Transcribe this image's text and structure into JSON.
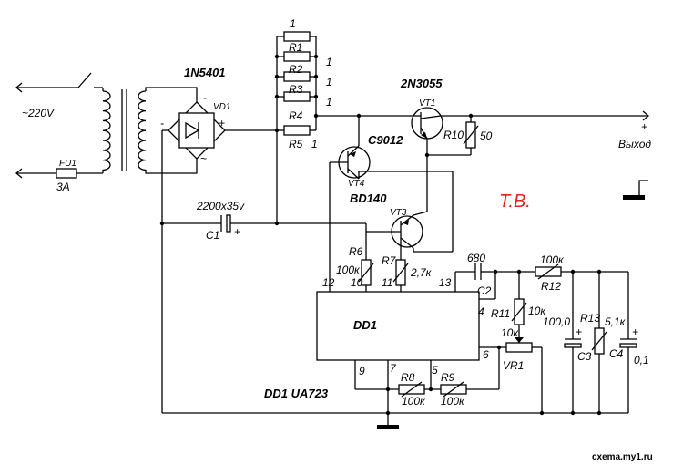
{
  "labels": {
    "ac_input": "~220V",
    "fuse_name": "FU1",
    "fuse_rating": "3A",
    "diode_bridge_type": "1N5401",
    "diode_bridge_name": "VD1",
    "bridge_plus": "+",
    "bridge_minus": "-",
    "bridge_ac1": "~",
    "bridge_ac2": "~",
    "r1": "R1",
    "r2": "R2",
    "r3": "R3",
    "r4": "R4",
    "r5": "R5",
    "r_val_1": "1",
    "r_val_2": "1",
    "r_val_3": "1",
    "r_val_4": "1",
    "r_val_5": "1",
    "vt1_type": "2N3055",
    "vt1_name": "VT1",
    "r10_name": "R10",
    "r10_val": "50",
    "out_plus": "+",
    "out_label": "Выход",
    "vt4_type": "C9012",
    "vt4_name": "VT4",
    "vt3_type": "BD140",
    "vt3_name": "VT3",
    "c1_val": "2200x35v",
    "c1_name": "C1",
    "c1_plus": "+",
    "tv_mark": "T.B.",
    "r6_name": "R6",
    "r6_val": "100к",
    "r7_name": "R7",
    "r7_val": "2,7к",
    "c2_val": "680",
    "c2_name": "C2",
    "r12_val": "100к",
    "r12_name": "R12",
    "r11_name": "R11",
    "r11_val": "10к",
    "vr1_val": "10к",
    "vr1_name": "VR1",
    "c3_val": "100,0",
    "c3_name": "C3",
    "c3_plus": "+",
    "r13_name": "R13",
    "r13_val": "5,1к",
    "c4_name": "C4",
    "c4_val": "0,1",
    "c4_plus": "+",
    "ic_name": "DD1",
    "pin_12": "12",
    "pin_10": "10",
    "pin_11": "11",
    "pin_13": "13",
    "pin_4": "4",
    "pin_6": "6",
    "pin_9": "9",
    "pin_7": "7",
    "pin_5": "5",
    "r8_name": "R8",
    "r8_val": "100к",
    "r9_name": "R9",
    "r9_val": "100к",
    "ic_type": "DD1 UA723",
    "watermark": "cxema.my1.ru"
  }
}
